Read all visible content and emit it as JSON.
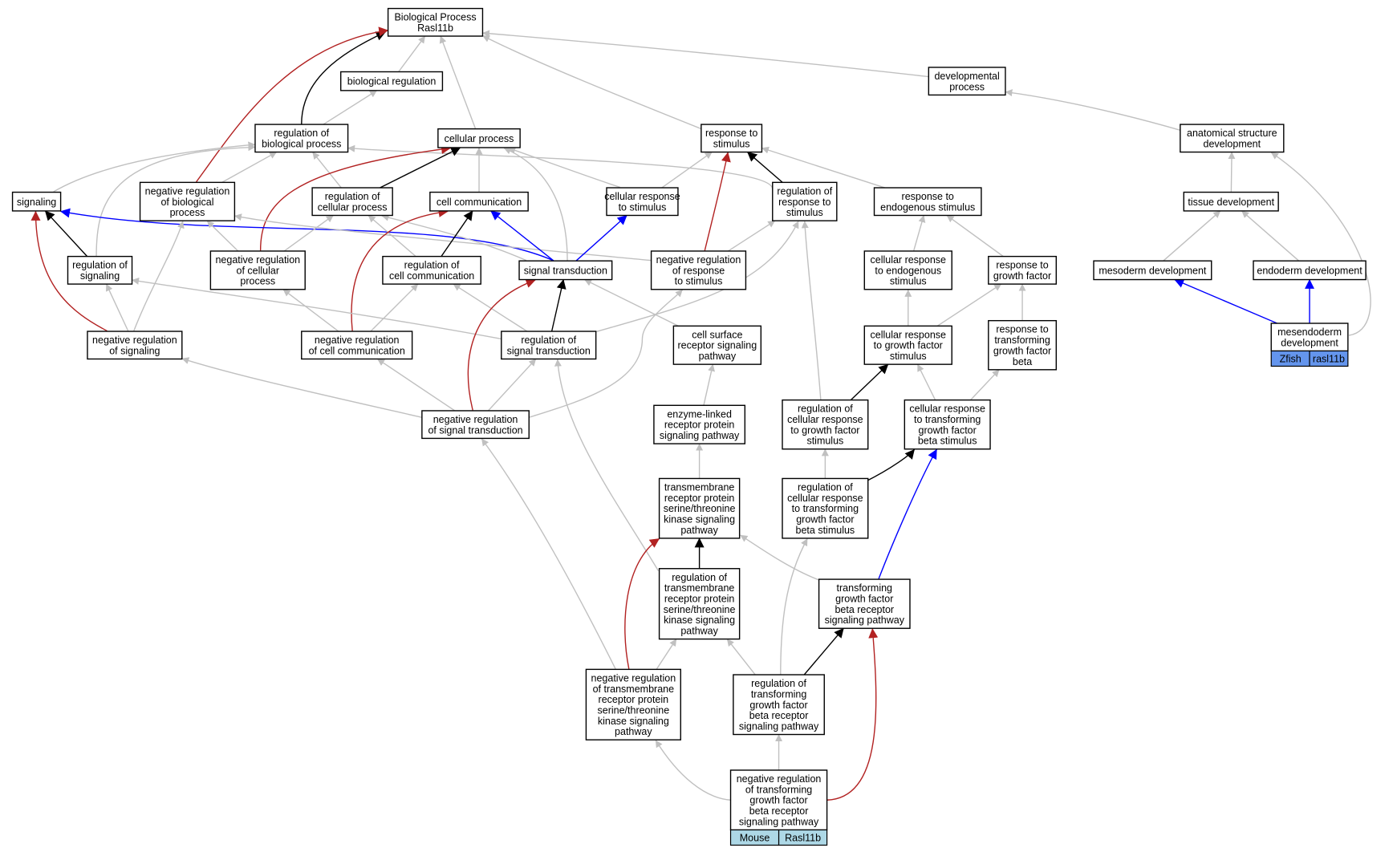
{
  "colors": {
    "is_a": "#c0c0c0",
    "part_of": "#000000",
    "negatively_regulates": "#b22222",
    "positively_regulates": "#0000ff",
    "mouse_tag": "#add8e6",
    "zfish_tag": "#6495ed"
  },
  "nodes": [
    {
      "id": "bp",
      "lines": [
        "Biological Process",
        "Rasl11b"
      ]
    },
    {
      "id": "bioreg",
      "lines": [
        "biological regulation"
      ]
    },
    {
      "id": "devproc",
      "lines": [
        "developmental",
        "process"
      ]
    },
    {
      "id": "regbp",
      "lines": [
        "regulation of",
        "biological process"
      ]
    },
    {
      "id": "cellproc",
      "lines": [
        "cellular process"
      ]
    },
    {
      "id": "respstim",
      "lines": [
        "response to",
        "stimulus"
      ]
    },
    {
      "id": "anatdev",
      "lines": [
        "anatomical structure",
        "development"
      ]
    },
    {
      "id": "signaling",
      "lines": [
        "signaling"
      ]
    },
    {
      "id": "negregbp",
      "lines": [
        "negative regulation",
        "of biological",
        "process"
      ]
    },
    {
      "id": "regcellproc",
      "lines": [
        "regulation of",
        "cellular process"
      ]
    },
    {
      "id": "cellcomm",
      "lines": [
        "cell communication"
      ]
    },
    {
      "id": "cellrespstim",
      "lines": [
        "cellular response",
        "to stimulus"
      ]
    },
    {
      "id": "regrespstim",
      "lines": [
        "regulation of",
        "response to",
        "stimulus"
      ]
    },
    {
      "id": "respendo",
      "lines": [
        "response to",
        "endogenous stimulus"
      ]
    },
    {
      "id": "tissuedev",
      "lines": [
        "tissue development"
      ]
    },
    {
      "id": "regsig",
      "lines": [
        "regulation of",
        "signaling"
      ]
    },
    {
      "id": "negregcellproc",
      "lines": [
        "negative regulation",
        "of cellular",
        "process"
      ]
    },
    {
      "id": "regcellcomm",
      "lines": [
        "regulation of",
        "cell communication"
      ]
    },
    {
      "id": "sigtrans",
      "lines": [
        "signal transduction"
      ]
    },
    {
      "id": "negregrespstim",
      "lines": [
        "negative regulation",
        "of response",
        "to stimulus"
      ]
    },
    {
      "id": "cellrespendo",
      "lines": [
        "cellular response",
        "to endogenous",
        "stimulus"
      ]
    },
    {
      "id": "respgf",
      "lines": [
        "response to",
        "growth factor"
      ]
    },
    {
      "id": "mesodev",
      "lines": [
        "mesoderm development"
      ]
    },
    {
      "id": "endodev",
      "lines": [
        "endoderm development"
      ]
    },
    {
      "id": "negregsig",
      "lines": [
        "negative regulation",
        "of signaling"
      ]
    },
    {
      "id": "negregcellcomm",
      "lines": [
        "negative regulation",
        "of cell communication"
      ]
    },
    {
      "id": "regsigtrans",
      "lines": [
        "regulation of",
        "signal transduction"
      ]
    },
    {
      "id": "csrsp",
      "lines": [
        "cell surface",
        "receptor signaling",
        "pathway"
      ]
    },
    {
      "id": "cellrespgf",
      "lines": [
        "cellular response",
        "to growth factor",
        "stimulus"
      ]
    },
    {
      "id": "resptgfb",
      "lines": [
        "response to",
        "transforming",
        "growth factor",
        "beta"
      ]
    },
    {
      "id": "mesendodev",
      "lines": [
        "mesendoderm",
        "development"
      ],
      "tag": {
        "species": "Zfish",
        "gene": "rasl11b"
      }
    },
    {
      "id": "negregsigtrans",
      "lines": [
        "negative regulation",
        "of signal transduction"
      ]
    },
    {
      "id": "elrsp",
      "lines": [
        "enzyme-linked",
        "receptor protein",
        "signaling pathway"
      ]
    },
    {
      "id": "regcellrespgf",
      "lines": [
        "regulation of",
        "cellular response",
        "to growth factor",
        "stimulus"
      ]
    },
    {
      "id": "cellresptgfb",
      "lines": [
        "cellular response",
        "to transforming",
        "growth factor",
        "beta stimulus"
      ]
    },
    {
      "id": "tmrpstk",
      "lines": [
        "transmembrane",
        "receptor protein",
        "serine/threonine",
        "kinase signaling",
        "pathway"
      ]
    },
    {
      "id": "regcellresptgfb",
      "lines": [
        "regulation of",
        "cellular response",
        "to transforming",
        "growth factor",
        "beta stimulus"
      ]
    },
    {
      "id": "regtmrpstk",
      "lines": [
        "regulation of",
        "transmembrane",
        "receptor protein",
        "serine/threonine",
        "kinase signaling",
        "pathway"
      ]
    },
    {
      "id": "tgfbrsp",
      "lines": [
        "transforming",
        "growth factor",
        "beta receptor",
        "signaling pathway"
      ]
    },
    {
      "id": "negregtmrpstk",
      "lines": [
        "negative regulation",
        "of transmembrane",
        "receptor protein",
        "serine/threonine",
        "kinase signaling",
        "pathway"
      ]
    },
    {
      "id": "regtgfbrsp",
      "lines": [
        "regulation of",
        "transforming",
        "growth factor",
        "beta receptor",
        "signaling pathway"
      ]
    },
    {
      "id": "negregtgfbrsp",
      "lines": [
        "negative regulation",
        "of transforming",
        "growth factor",
        "beta receptor",
        "signaling pathway"
      ],
      "tag": {
        "species": "Mouse",
        "gene": "Rasl11b"
      }
    }
  ],
  "edges": [
    {
      "from": "bioreg",
      "to": "bp",
      "type": "is_a"
    },
    {
      "from": "cellproc",
      "to": "bp",
      "type": "is_a"
    },
    {
      "from": "respstim",
      "to": "bp",
      "type": "is_a"
    },
    {
      "from": "devproc",
      "to": "bp",
      "type": "is_a"
    },
    {
      "from": "regbp",
      "to": "bp",
      "type": "part_of"
    },
    {
      "from": "negregbp",
      "to": "bp",
      "type": "negatively_regulates"
    },
    {
      "from": "regbp",
      "to": "bioreg",
      "type": "is_a"
    },
    {
      "from": "anatdev",
      "to": "devproc",
      "type": "is_a"
    },
    {
      "from": "signaling",
      "to": "regbp",
      "type": "is_a"
    },
    {
      "from": "negregbp",
      "to": "regbp",
      "type": "is_a"
    },
    {
      "from": "regcellproc",
      "to": "regbp",
      "type": "is_a"
    },
    {
      "from": "regrespstim",
      "to": "regbp",
      "type": "is_a"
    },
    {
      "from": "regsig",
      "to": "regbp",
      "type": "is_a"
    },
    {
      "from": "regcellproc",
      "to": "cellproc",
      "type": "part_of"
    },
    {
      "from": "cellcomm",
      "to": "cellproc",
      "type": "is_a"
    },
    {
      "from": "cellrespstim",
      "to": "cellproc",
      "type": "is_a"
    },
    {
      "from": "sigtrans",
      "to": "cellproc",
      "type": "is_a"
    },
    {
      "from": "negregcellproc",
      "to": "cellproc",
      "type": "negatively_regulates"
    },
    {
      "from": "cellrespstim",
      "to": "respstim",
      "type": "is_a"
    },
    {
      "from": "regrespstim",
      "to": "respstim",
      "type": "part_of"
    },
    {
      "from": "respendo",
      "to": "respstim",
      "type": "is_a"
    },
    {
      "from": "negregrespstim",
      "to": "respstim",
      "type": "negatively_regulates"
    },
    {
      "from": "tissuedev",
      "to": "anatdev",
      "type": "is_a"
    },
    {
      "from": "mesendodev",
      "to": "anatdev",
      "type": "is_a"
    },
    {
      "from": "regsig",
      "to": "signaling",
      "type": "part_of"
    },
    {
      "from": "negregsig",
      "to": "signaling",
      "type": "negatively_regulates"
    },
    {
      "from": "sigtrans",
      "to": "signaling",
      "type": "positively_regulates"
    },
    {
      "from": "negregcellproc",
      "to": "negregbp",
      "type": "is_a"
    },
    {
      "from": "negregrespstim",
      "to": "negregbp",
      "type": "is_a"
    },
    {
      "from": "negregsig",
      "to": "negregbp",
      "type": "is_a"
    },
    {
      "from": "negregcellproc",
      "to": "regcellproc",
      "type": "is_a"
    },
    {
      "from": "regcellcomm",
      "to": "regcellproc",
      "type": "is_a"
    },
    {
      "from": "sigtrans",
      "to": "regcellproc",
      "type": "is_a"
    },
    {
      "from": "regcellcomm",
      "to": "cellcomm",
      "type": "part_of"
    },
    {
      "from": "sigtrans",
      "to": "cellcomm",
      "type": "positively_regulates"
    },
    {
      "from": "negregcellcomm",
      "to": "cellcomm",
      "type": "negatively_regulates"
    },
    {
      "from": "sigtrans",
      "to": "cellrespstim",
      "type": "positively_regulates"
    },
    {
      "from": "negregrespstim",
      "to": "regrespstim",
      "type": "is_a"
    },
    {
      "from": "regsigtrans",
      "to": "regrespstim",
      "type": "is_a"
    },
    {
      "from": "regcellrespgf",
      "to": "regrespstim",
      "type": "is_a"
    },
    {
      "from": "cellrespendo",
      "to": "respendo",
      "type": "is_a"
    },
    {
      "from": "respgf",
      "to": "respendo",
      "type": "is_a"
    },
    {
      "from": "mesodev",
      "to": "tissuedev",
      "type": "is_a"
    },
    {
      "from": "endodev",
      "to": "tissuedev",
      "type": "is_a"
    },
    {
      "from": "negregsig",
      "to": "regsig",
      "type": "is_a"
    },
    {
      "from": "regsigtrans",
      "to": "regsig",
      "type": "is_a"
    },
    {
      "from": "negregcellcomm",
      "to": "negregcellproc",
      "type": "is_a"
    },
    {
      "from": "negregcellcomm",
      "to": "regcellcomm",
      "type": "is_a"
    },
    {
      "from": "regsigtrans",
      "to": "regcellcomm",
      "type": "is_a"
    },
    {
      "from": "regsigtrans",
      "to": "sigtrans",
      "type": "part_of"
    },
    {
      "from": "csrsp",
      "to": "sigtrans",
      "type": "is_a"
    },
    {
      "from": "negregsigtrans",
      "to": "sigtrans",
      "type": "negatively_regulates"
    },
    {
      "from": "negregsigtrans",
      "to": "negregrespstim",
      "type": "is_a"
    },
    {
      "from": "cellrespgf",
      "to": "cellrespendo",
      "type": "is_a"
    },
    {
      "from": "cellrespgf",
      "to": "respgf",
      "type": "is_a"
    },
    {
      "from": "resptgfb",
      "to": "respgf",
      "type": "is_a"
    },
    {
      "from": "mesendodev",
      "to": "mesodev",
      "type": "positively_regulates"
    },
    {
      "from": "mesendodev",
      "to": "endodev",
      "type": "positively_regulates"
    },
    {
      "from": "negregsigtrans",
      "to": "negregsig",
      "type": "is_a"
    },
    {
      "from": "negregsigtrans",
      "to": "negregcellcomm",
      "type": "is_a"
    },
    {
      "from": "negregsigtrans",
      "to": "regsigtrans",
      "type": "is_a"
    },
    {
      "from": "regtmrpstk",
      "to": "regsigtrans",
      "type": "is_a"
    },
    {
      "from": "elrsp",
      "to": "csrsp",
      "type": "is_a"
    },
    {
      "from": "regcellrespgf",
      "to": "cellrespgf",
      "type": "part_of"
    },
    {
      "from": "cellresptgfb",
      "to": "cellrespgf",
      "type": "is_a"
    },
    {
      "from": "cellresptgfb",
      "to": "resptgfb",
      "type": "is_a"
    },
    {
      "from": "negregtmrpstk",
      "to": "negregsigtrans",
      "type": "is_a"
    },
    {
      "from": "tmrpstk",
      "to": "elrsp",
      "type": "is_a"
    },
    {
      "from": "regcellresptgfb",
      "to": "regcellrespgf",
      "type": "is_a"
    },
    {
      "from": "regcellresptgfb",
      "to": "cellresptgfb",
      "type": "part_of"
    },
    {
      "from": "tgfbrsp",
      "to": "cellresptgfb",
      "type": "positively_regulates"
    },
    {
      "from": "regtmrpstk",
      "to": "tmrpstk",
      "type": "part_of"
    },
    {
      "from": "tgfbrsp",
      "to": "tmrpstk",
      "type": "is_a"
    },
    {
      "from": "negregtmrpstk",
      "to": "tmrpstk",
      "type": "negatively_regulates"
    },
    {
      "from": "regtgfbrsp",
      "to": "regcellresptgfb",
      "type": "is_a"
    },
    {
      "from": "negregtmrpstk",
      "to": "regtmrpstk",
      "type": "is_a"
    },
    {
      "from": "regtgfbrsp",
      "to": "regtmrpstk",
      "type": "is_a"
    },
    {
      "from": "regtgfbrsp",
      "to": "tgfbrsp",
      "type": "part_of"
    },
    {
      "from": "negregtgfbrsp",
      "to": "negregtmrpstk",
      "type": "is_a"
    },
    {
      "from": "negregtgfbrsp",
      "to": "regtgfbrsp",
      "type": "is_a"
    },
    {
      "from": "negregtgfbrsp",
      "to": "tgfbrsp",
      "type": "negatively_regulates"
    }
  ]
}
